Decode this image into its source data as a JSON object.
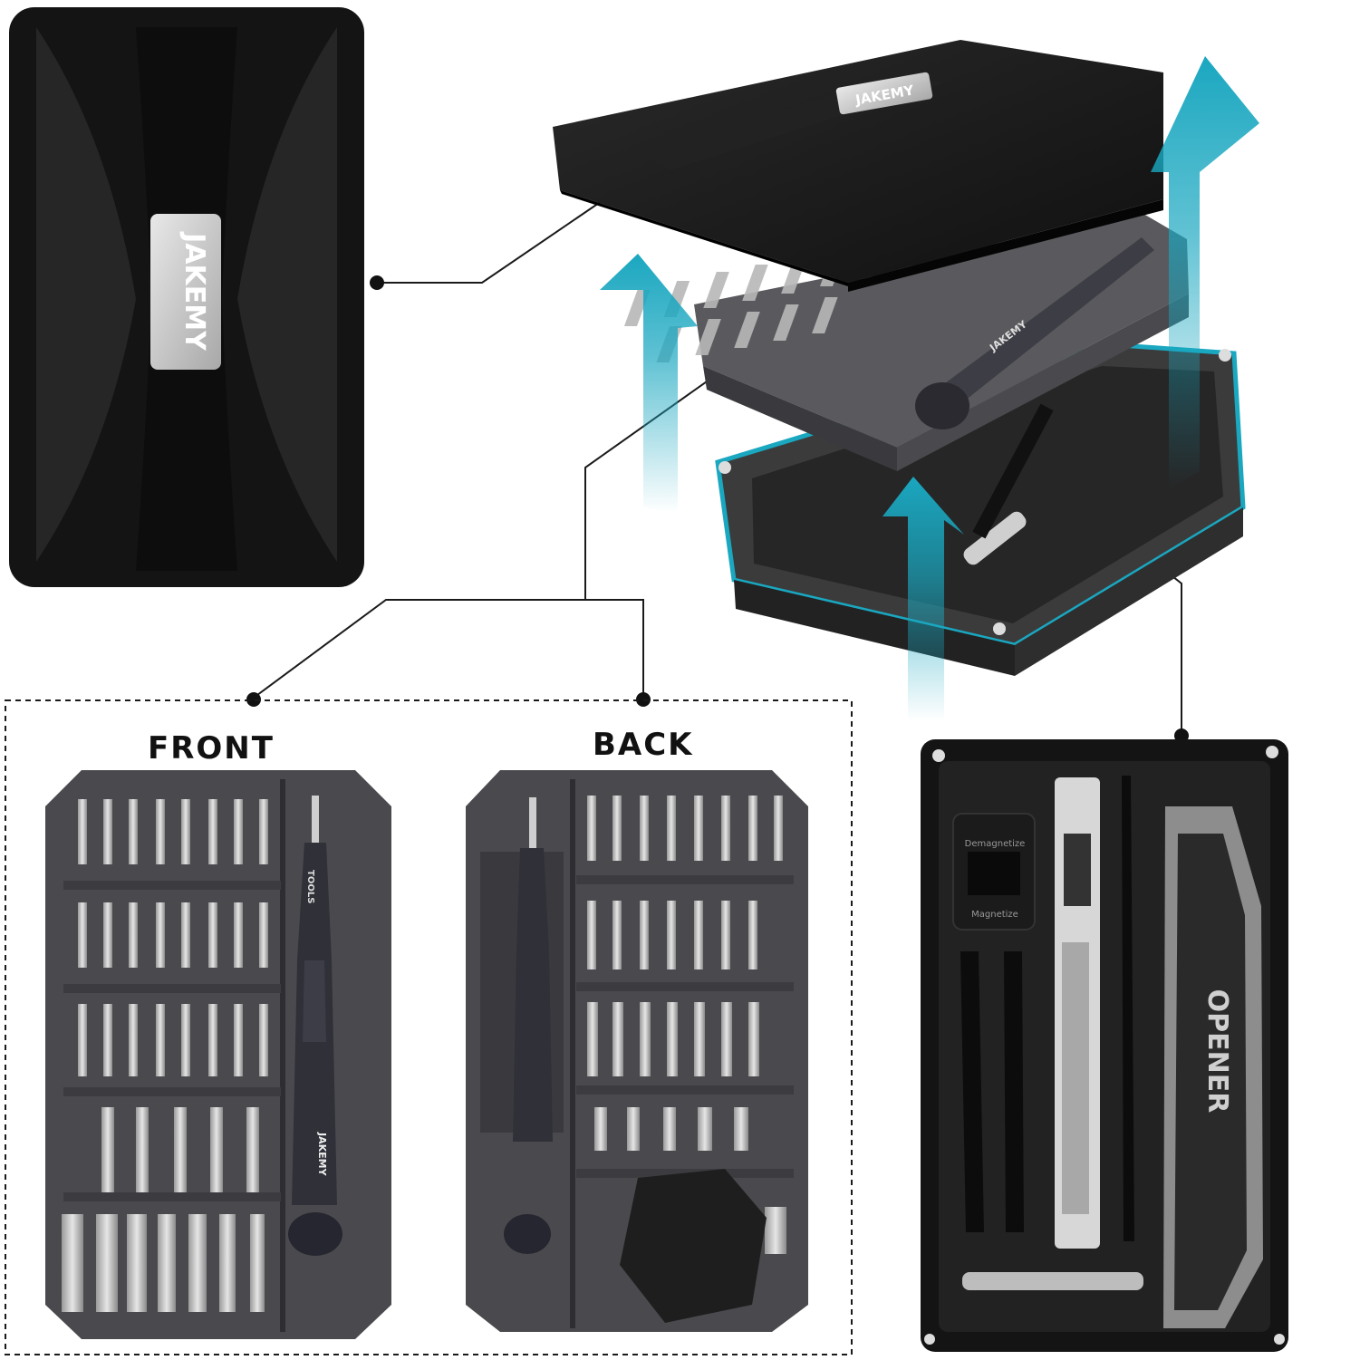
{
  "brand": "JAKEMY",
  "labels": {
    "front": "FRONT",
    "back": "BACK"
  },
  "handle_text": "TOOLS",
  "storage_text": {
    "demagnetize": "Demagnetize",
    "magnetize": "Magnetize"
  },
  "opener_text": "OPENER",
  "colors": {
    "case_black": "#1a1a1a",
    "tray_grey": "#4a4a4e",
    "arrow_teal": "#1aa7c0",
    "metal_silver": "#c9c9c9"
  }
}
